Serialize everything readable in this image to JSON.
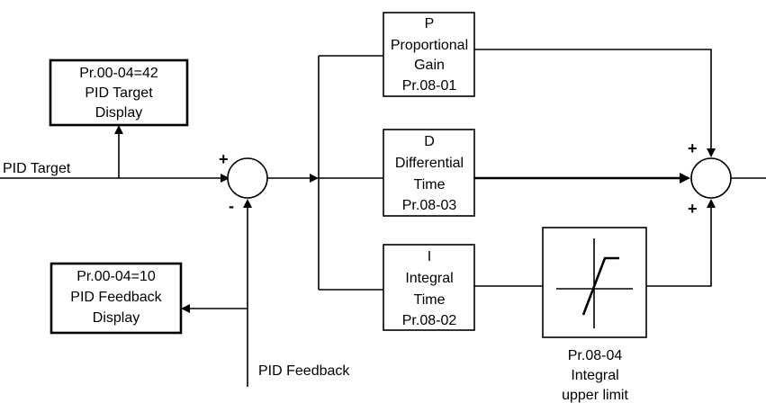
{
  "labels": {
    "pid_target": "PID Target",
    "pid_feedback": "PID Feedback"
  },
  "blocks": {
    "target_display": [
      "Pr.00-04=42",
      "PID Target",
      "Display"
    ],
    "feedback_display": [
      "Pr.00-04=10",
      "PID Feedback",
      "Display"
    ],
    "proportional": [
      "P",
      "Proportional",
      "Gain",
      "Pr.08-01"
    ],
    "differential": [
      "D",
      "Differential",
      "Time",
      "Pr.08-03"
    ],
    "integral": [
      "I",
      "Integral",
      "Time",
      "Pr.08-02"
    ],
    "integral_limit": [
      "Pr.08-04",
      "Integral",
      "upper limit"
    ]
  },
  "signs": {
    "sum1_plus": "+",
    "sum1_minus": "-",
    "sum2_top": "+",
    "sum2_bottom": "+"
  }
}
